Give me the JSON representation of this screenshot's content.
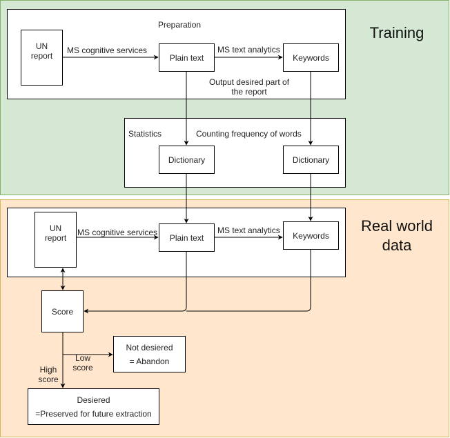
{
  "regions": {
    "training": {
      "title": "Training",
      "color": "#d5e8d4",
      "border": "#82b366"
    },
    "realworld": {
      "title_line1": "Real world",
      "title_line2": "data",
      "color": "#ffe6cc",
      "border": "#d6b656"
    }
  },
  "training": {
    "preparation": {
      "label": "Preparation",
      "un_report": {
        "line1": "UN",
        "line2": "report"
      },
      "plain_text": "Plain text",
      "keywords": "Keywords",
      "edge_cognitive": "MS cognitive services",
      "edge_text_analytics": "MS text analytics",
      "output_note_line1": "Output desired part of",
      "output_note_line2": "the report"
    },
    "statistics": {
      "label": "Statistics",
      "counting_label": "Counting frequency of words",
      "dictionary_left": "Dictionary",
      "dictionary_right": "Dictionary"
    }
  },
  "realworld": {
    "un_report": {
      "line1": "UN",
      "line2": "report"
    },
    "plain_text": "Plain text",
    "keywords": "Keywords",
    "edge_cognitive": "MS cognitive services",
    "edge_text_analytics": "MS text analytics",
    "score": "Score",
    "low_score": {
      "line1": "Low",
      "line2": "score"
    },
    "high_score": {
      "line1": "High",
      "line2": "score"
    },
    "not_desiered": {
      "line1": "Not desiered",
      "line2": "= Abandon"
    },
    "desiered": {
      "line1": "Desiered",
      "line2": "=Preserved for future extraction"
    }
  }
}
